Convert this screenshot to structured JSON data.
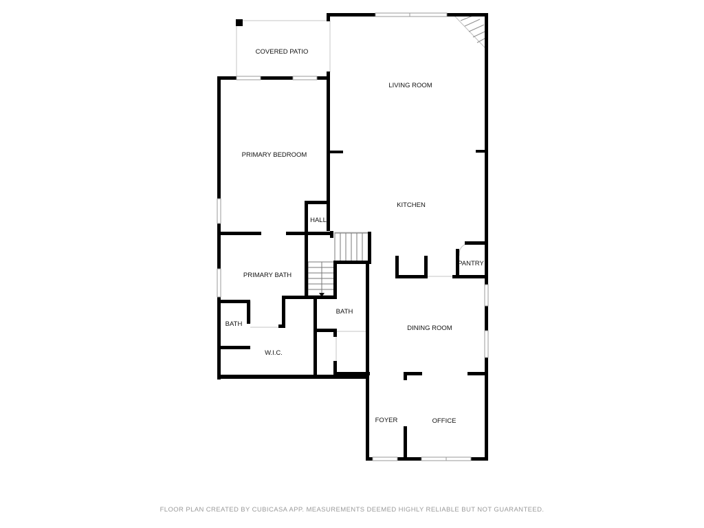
{
  "rooms": {
    "covered_patio": "COVERED PATIO",
    "living_room": "LIVING ROOM",
    "primary_bedroom": "PRIMARY BEDROOM",
    "kitchen": "KITCHEN",
    "hall": "HALL",
    "primary_bath": "PRIMARY BATH",
    "pantry": "PANTRY",
    "bath_secondary": "BATH",
    "bath_small": "BATH",
    "dining_room": "DINING ROOM",
    "wic": "W.I.C.",
    "foyer": "FOYER",
    "office": "OFFICE"
  },
  "footer": {
    "disclaimer": "FLOOR PLAN CREATED BY CUBICASA APP. MEASUREMENTS DEEMED HIGHLY RELIABLE BUT NOT GUARANTEED."
  },
  "colors": {
    "wall": "#000000",
    "thin_line": "#bdbdbd",
    "background": "#ffffff",
    "footer_text": "#9a9a9a"
  }
}
